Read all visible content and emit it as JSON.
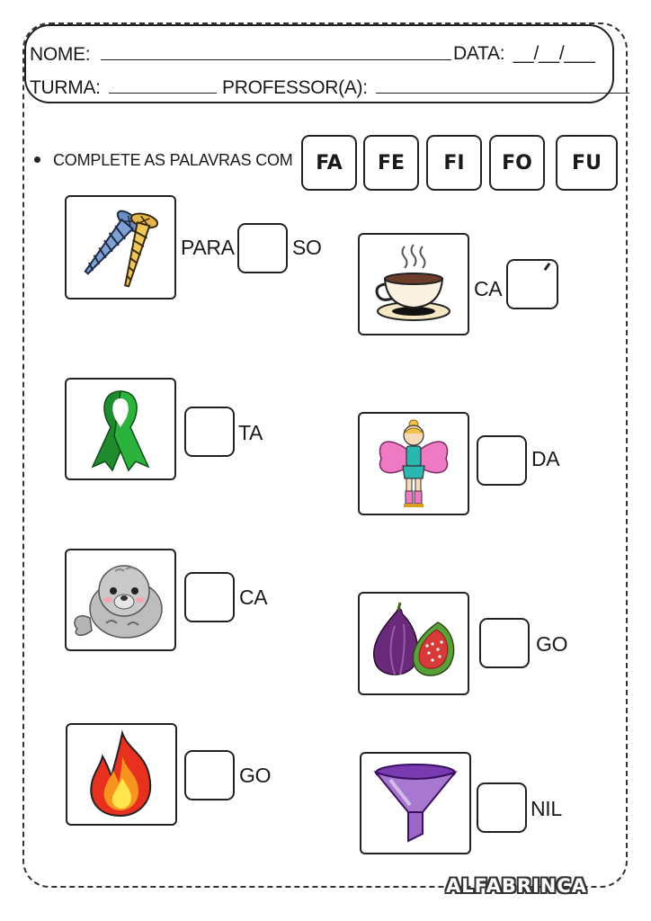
{
  "header": {
    "name_label": "NOME:",
    "date_label": "DATA:",
    "date_blank": "__/__/___",
    "class_label": "TURMA:",
    "teacher_label": "PROFESSOR(A):"
  },
  "instruction": "COMPLETE AS PALAVRAS COM",
  "syllables": [
    "FA",
    "FE",
    "FI",
    "FO",
    "FU"
  ],
  "items": [
    {
      "picture": "screws-icon",
      "before": "PARA",
      "after": "SO"
    },
    {
      "picture": "coffee-cup-icon",
      "before": "CA",
      "after": ""
    },
    {
      "picture": "green-ribbon-icon",
      "before": "",
      "after": "TA"
    },
    {
      "picture": "fairy-icon",
      "before": "",
      "after": "DA"
    },
    {
      "picture": "seal-icon",
      "before": "",
      "after": "CA"
    },
    {
      "picture": "fig-icon",
      "before": "",
      "after": "GO"
    },
    {
      "picture": "fire-icon",
      "before": "",
      "after": "GO"
    },
    {
      "picture": "funnel-icon",
      "before": "",
      "after": "NIL"
    }
  ],
  "brand": "ALFABRINCA"
}
